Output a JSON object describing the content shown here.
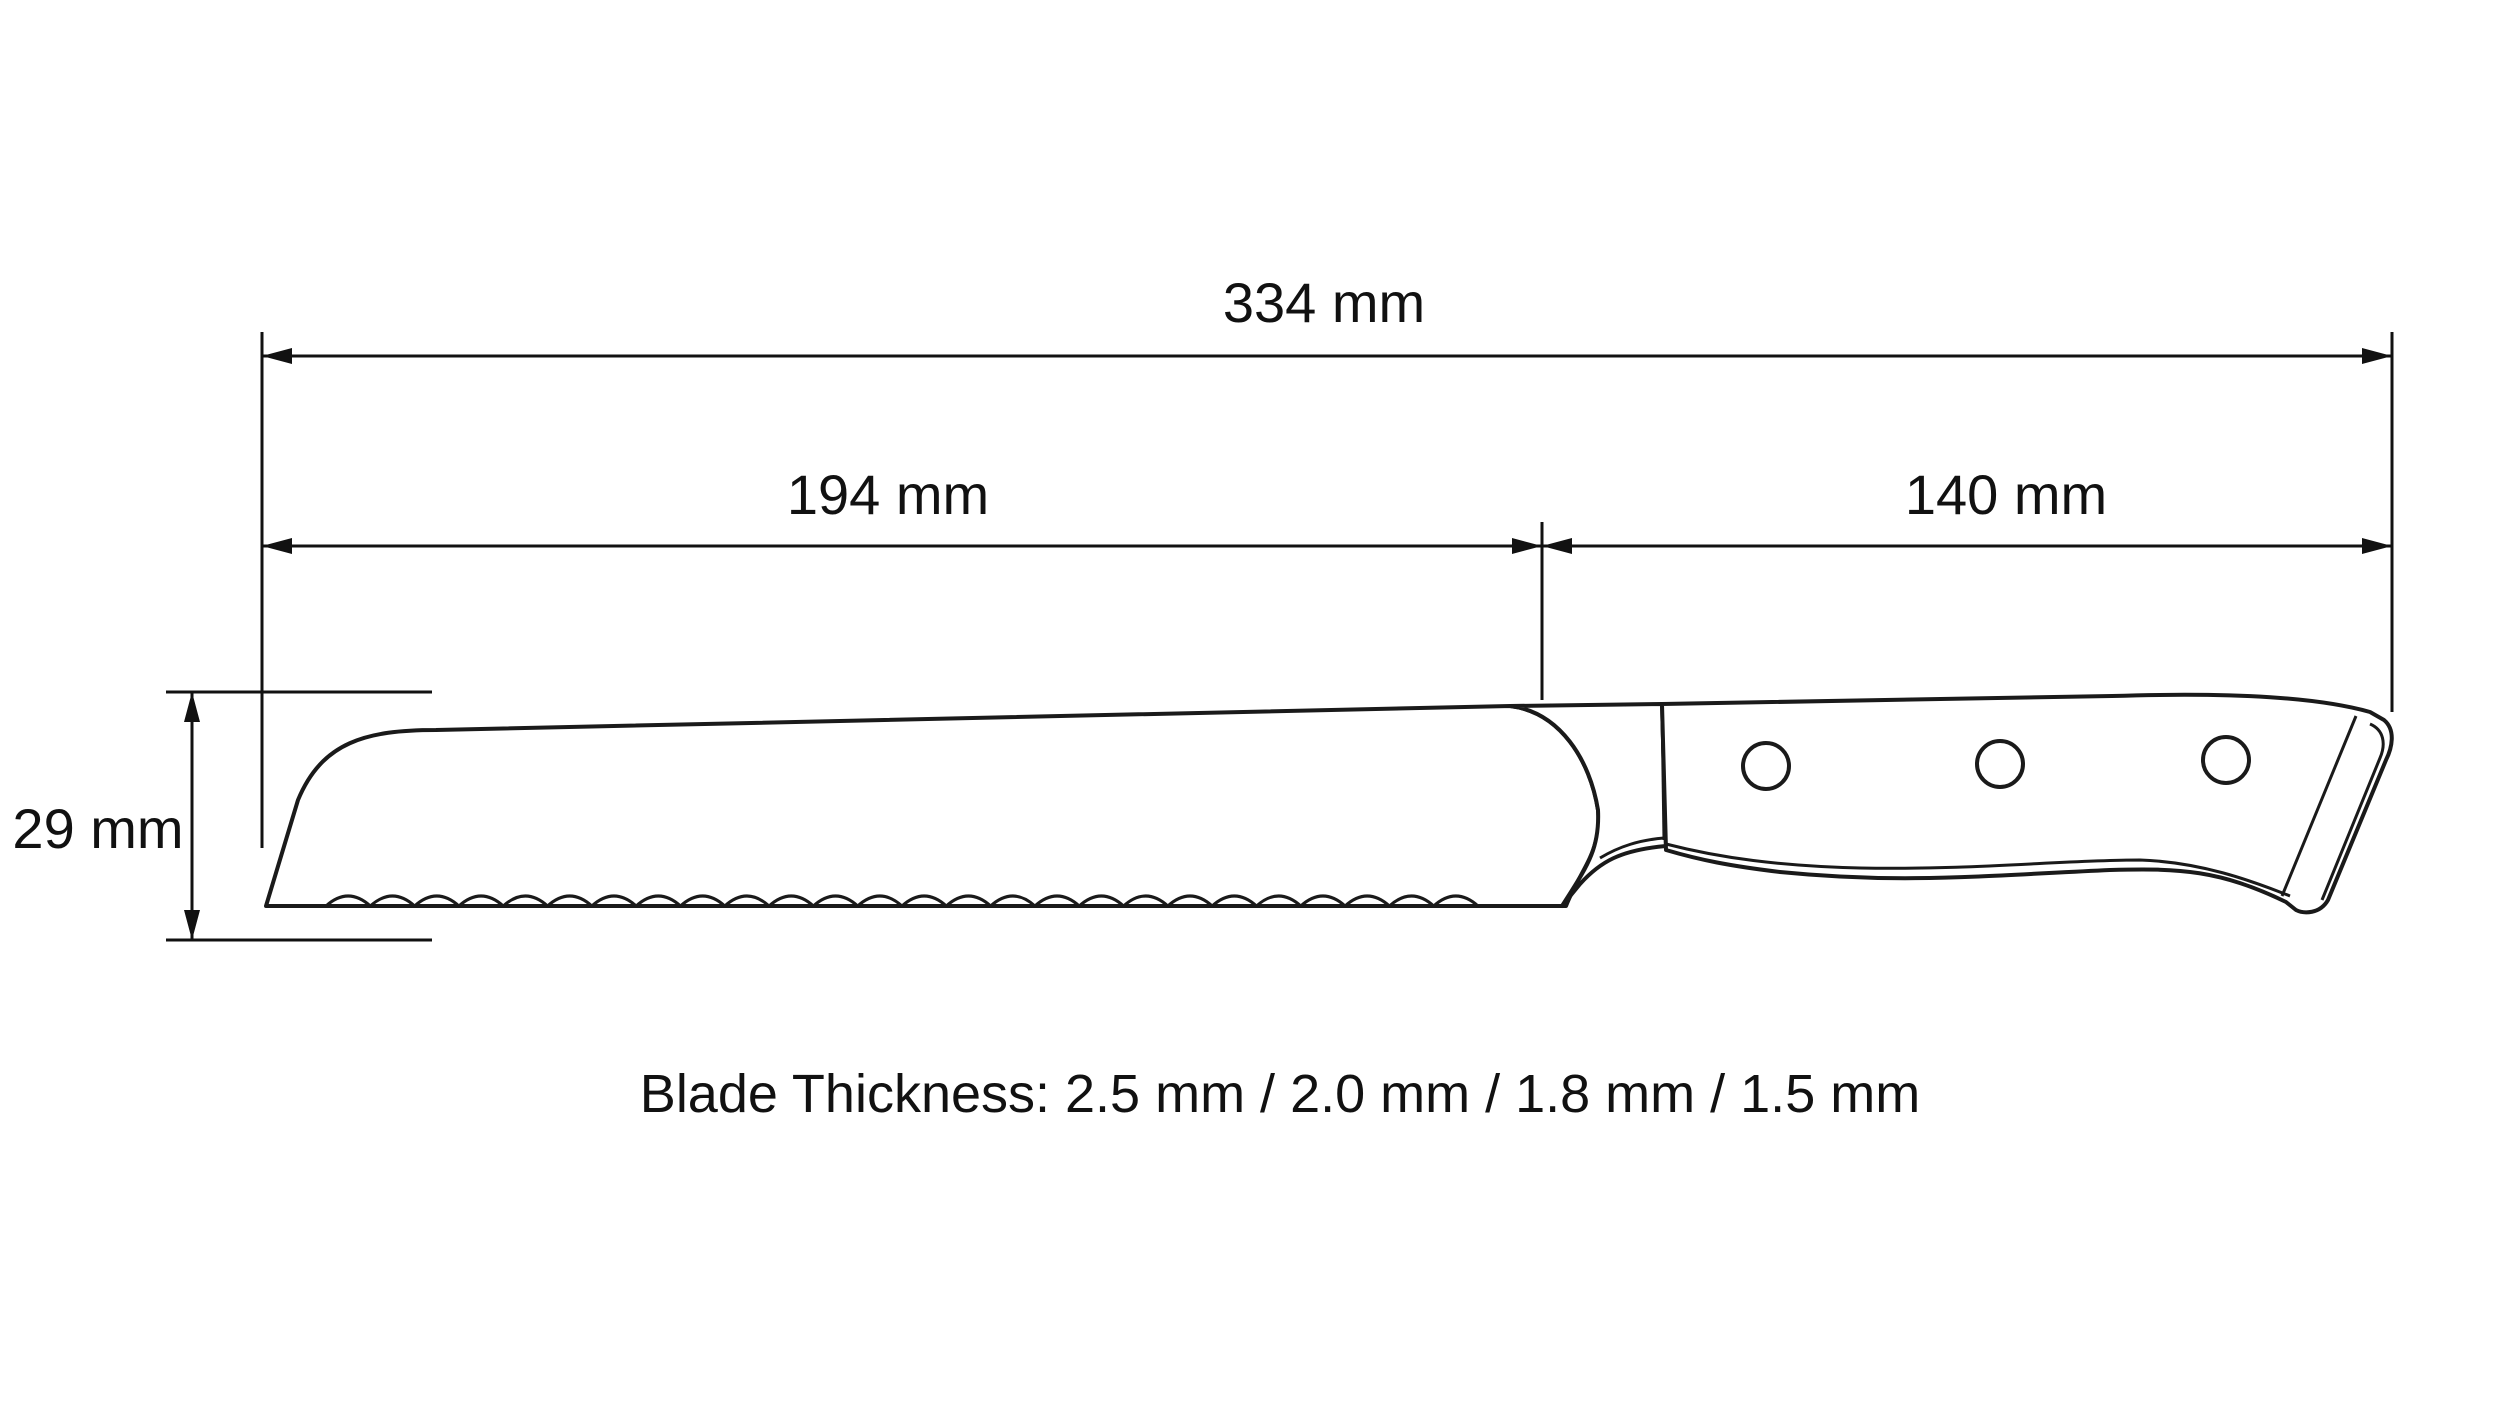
{
  "dimensions": {
    "overall_length": "334 mm",
    "blade_length": "194 mm",
    "handle_length": "140 mm",
    "blade_height": "29 mm"
  },
  "caption": "Blade Thickness: 2.5 mm / 2.0 mm / 1.8 mm / 1.5 mm",
  "colors": {
    "line": "#111111",
    "background": "#ffffff"
  }
}
